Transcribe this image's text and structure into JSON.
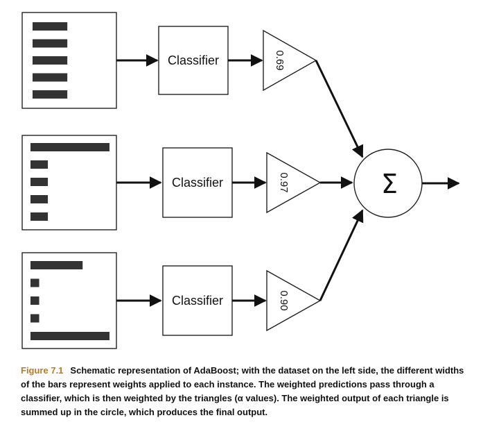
{
  "diagram": {
    "rows": [
      {
        "bar_weights": [
          0.44,
          0.44,
          0.44,
          0.44,
          0.44
        ],
        "classifier_label": "Classifier",
        "alpha": "0.69"
      },
      {
        "bar_weights": [
          1.0,
          0.22,
          0.22,
          0.22,
          0.22
        ],
        "classifier_label": "Classifier",
        "alpha": "0.97"
      },
      {
        "bar_weights": [
          0.66,
          0.11,
          0.11,
          0.11,
          1.0
        ],
        "classifier_label": "Classifier",
        "alpha": "0.90"
      }
    ],
    "sum_symbol": "Σ"
  },
  "caption": {
    "figure_number": "Figure 7.1",
    "text": "Schematic representation of AdaBoost; with the dataset on the left side, the different widths of the bars represent weights applied to each instance. The weighted predictions pass through a classifier, which is then weighted by the triangles (α values). The weighted output of each triangle is summed up in the circle, which produces the final output."
  },
  "colors": {
    "caption_figure_number": "#c0781e",
    "bars": "#333333"
  }
}
